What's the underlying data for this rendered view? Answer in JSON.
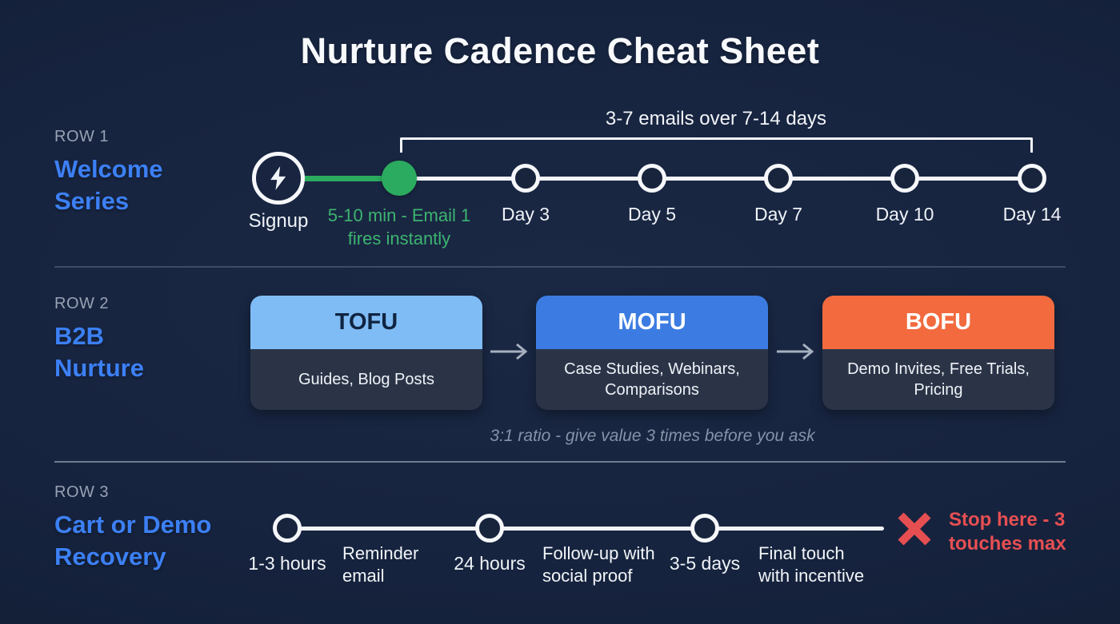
{
  "title": "Nurture Cadence Cheat Sheet",
  "colors": {
    "accent_blue": "#3c80f5",
    "green": "#2bab5f",
    "green_text": "#3cb46f",
    "white_line": "#f2f5f8",
    "arrow_gray": "#a6b0bf",
    "stop_red": "#e64f52",
    "divider_faint": "rgba(150,165,185,0.30)",
    "divider_strong": "rgba(185,196,212,0.55)",
    "card_body": "#2b3447"
  },
  "icons": {
    "signup": "lightning-bolt",
    "stop": "x-cross",
    "flow": "right-arrow"
  },
  "row1": {
    "tag": "ROW 1",
    "title": "Welcome Series",
    "bracket_label": "3-7 emails over 7-14 days",
    "signup_label": "Signup",
    "instant_note_line1": "5-10 min - Email 1",
    "instant_note_line2": "fires instantly",
    "days": [
      "Day 3",
      "Day 5",
      "Day 7",
      "Day 10",
      "Day 14"
    ]
  },
  "row2": {
    "tag": "ROW 2",
    "title": "B2B Nurture",
    "stages": [
      {
        "name": "TOFU",
        "items": "Guides, Blog Posts",
        "head_bg": "#7fbcf5",
        "head_fg": "#102441"
      },
      {
        "name": "MOFU",
        "items": "Case Studies, Webinars, Comparisons",
        "head_bg": "#3c7ce2",
        "head_fg": "#ffffff"
      },
      {
        "name": "BOFU",
        "items": "Demo Invites, Free Trials, Pricing",
        "head_bg": "#f26a3d",
        "head_fg": "#ffffff"
      }
    ],
    "note": "3:1 ratio - give value 3 times before you ask"
  },
  "row3": {
    "tag": "ROW 3",
    "title": "Cart or Demo Recovery",
    "steps": [
      {
        "time": "1-3 hours",
        "desc": "Reminder email"
      },
      {
        "time": "24 hours",
        "desc": "Follow-up with social proof"
      },
      {
        "time": "3-5 days",
        "desc": "Final touch with incentive"
      }
    ],
    "stop_note": "Stop here - 3 touches max"
  }
}
